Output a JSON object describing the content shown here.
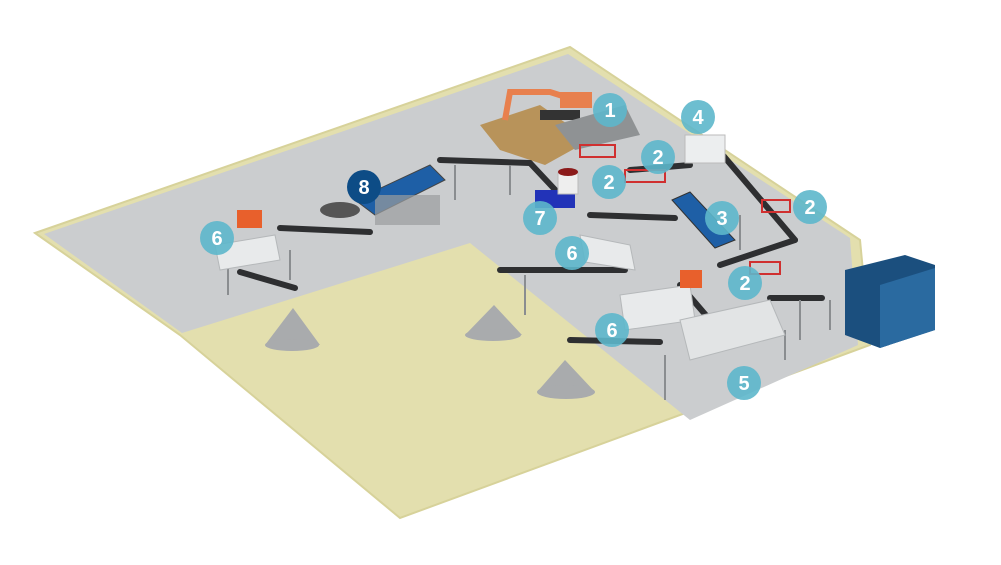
{
  "colors": {
    "ground_sand": "#e3dfae",
    "ground_gravel": "#c9cbcd",
    "badge": "#5db7cb",
    "badge_highlight": "#0d4c86",
    "conveyor": "#2e2f31",
    "steel": "#8a8d90",
    "excavator": "#e8804e",
    "screen_blue": "#1e5fa6",
    "container": "#1b4f7e"
  },
  "badges": [
    {
      "label": "1",
      "highlight": false
    },
    {
      "label": "4",
      "highlight": false
    },
    {
      "label": "2",
      "highlight": false
    },
    {
      "label": "2",
      "highlight": false
    },
    {
      "label": "2",
      "highlight": false
    },
    {
      "label": "3",
      "highlight": false
    },
    {
      "label": "7",
      "highlight": false
    },
    {
      "label": "6",
      "highlight": false
    },
    {
      "label": "2",
      "highlight": false
    },
    {
      "label": "6",
      "highlight": false
    },
    {
      "label": "5",
      "highlight": false
    },
    {
      "label": "8",
      "highlight": true
    },
    {
      "label": "6",
      "highlight": false
    }
  ]
}
